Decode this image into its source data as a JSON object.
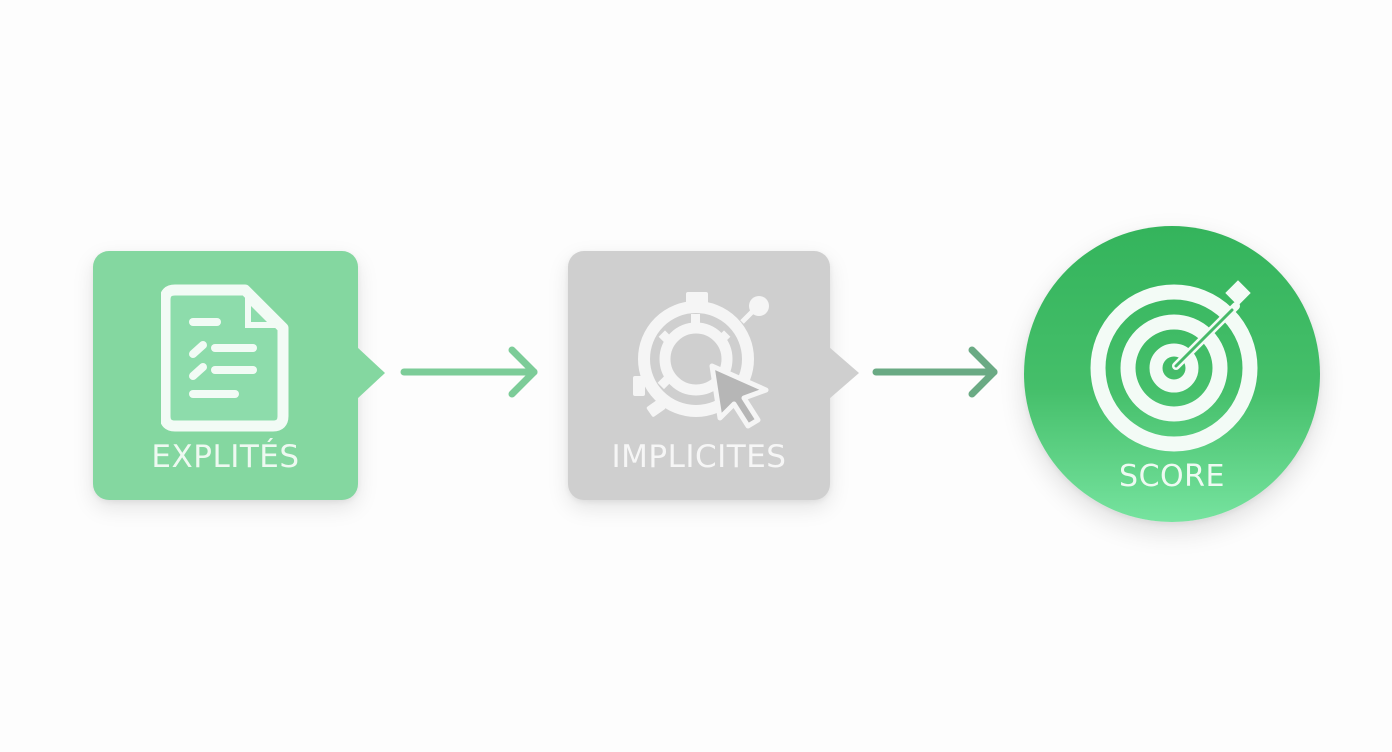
{
  "diagram": {
    "type": "flow",
    "direction": "left-to-right",
    "nodes": [
      {
        "id": "explicit",
        "label": "EXPLITÉS",
        "shape": "rounded-square-with-pointer",
        "icon": "document-checklist-icon",
        "color": "#84d7a0"
      },
      {
        "id": "implicit",
        "label": "IMPLICITES",
        "shape": "rounded-square-with-pointer",
        "icon": "target-cursor-click-icon",
        "color": "#cfcfcf"
      },
      {
        "id": "score",
        "label": "SCORE",
        "shape": "circle",
        "icon": "bullseye-dart-icon",
        "color": "#3fbb66",
        "gradient_end": "#76e39f"
      }
    ],
    "edges": [
      {
        "from": "explicit",
        "to": "implicit",
        "color": "#7ccc98"
      },
      {
        "from": "implicit",
        "to": "score",
        "color": "#6aaa84"
      }
    ],
    "background": "#fdfdfd"
  }
}
